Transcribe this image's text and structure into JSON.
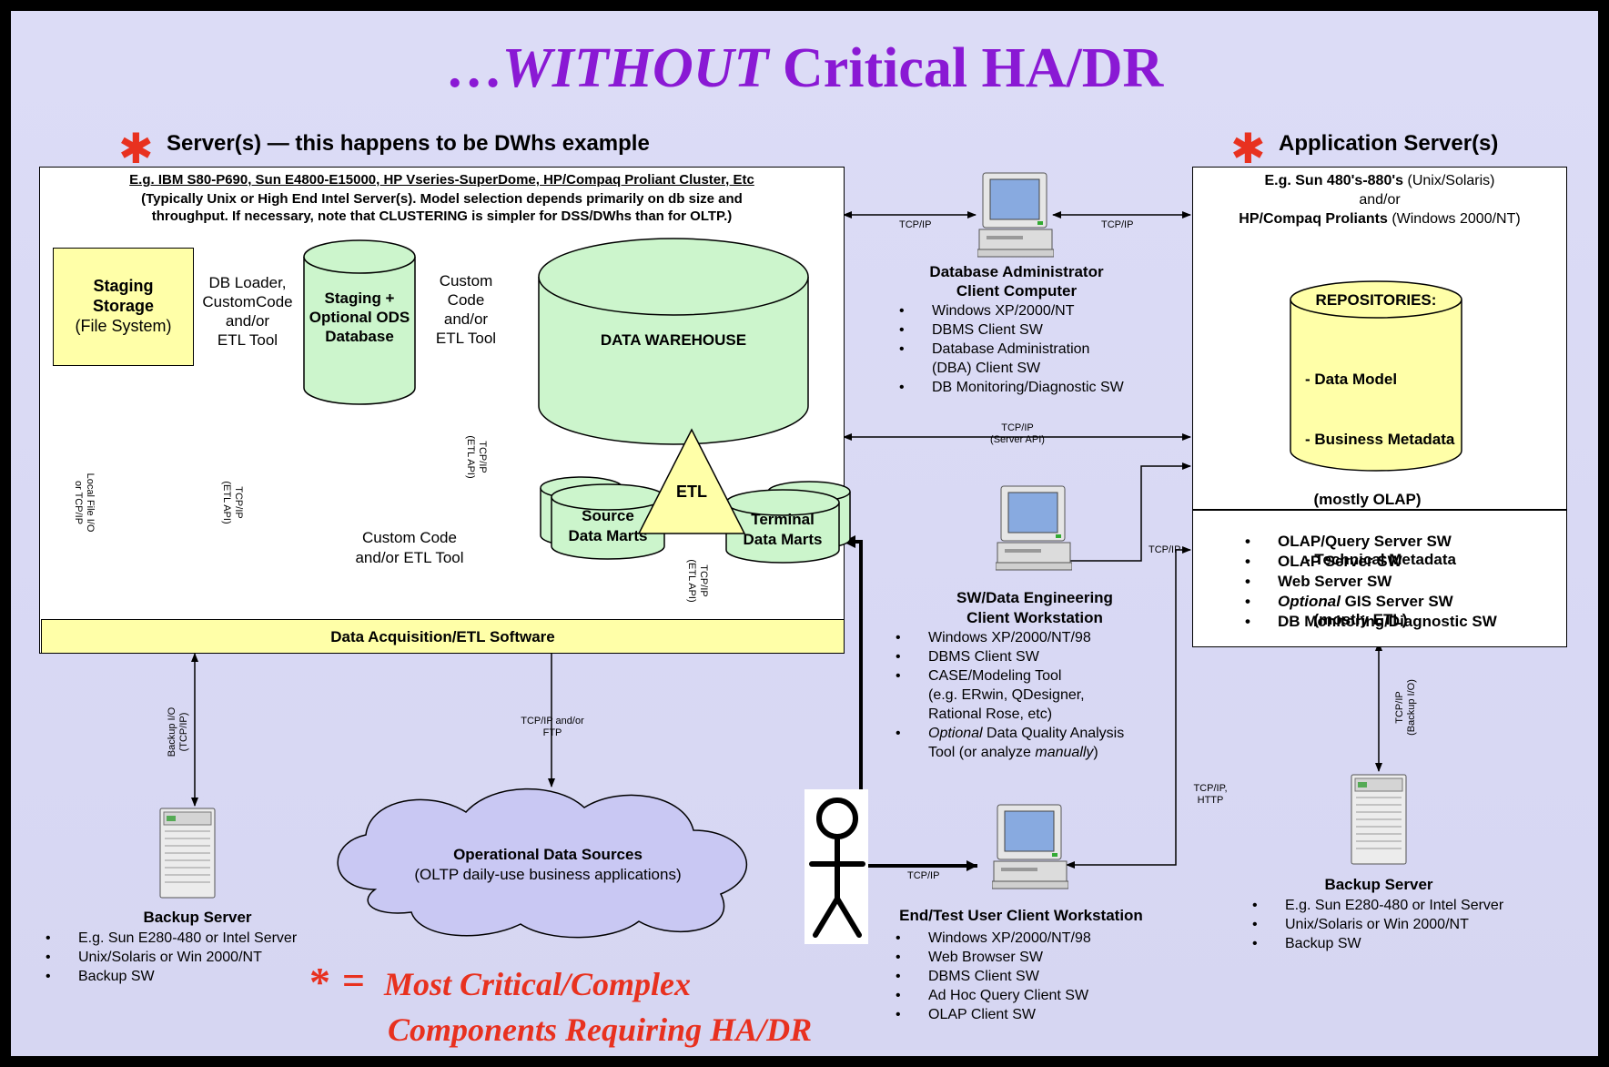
{
  "title": {
    "prefix": "…",
    "italic": "WITHOUT",
    "rest": " Critical HA/DR"
  },
  "colors": {
    "title": "#8a19d4",
    "star": "#e8311f",
    "yellow": "#ffffa8",
    "green": "#ccf5cc",
    "cloud": "#c9c8f3"
  },
  "server_section": {
    "heading": "Server(s) — this happens to be DWhs example",
    "spec_line": "E.g. IBM S80-P690, Sun E4800-E15000, HP Vseries-SuperDome, HP/Compaq Proliant Cluster, Etc",
    "note1": "(Typically Unix or High End Intel Server(s).  Model selection depends primarily on db size and",
    "note2": "throughput.  If necessary, note that CLUSTERING is simpler for DSS/DWhs than for OLTP.)"
  },
  "staging_storage": {
    "line1": "Staging",
    "line2": "Storage",
    "line3": "(File System)"
  },
  "loader_label": {
    "l1": "DB Loader,",
    "l2": "CustomCode",
    "l3": "and/or",
    "l4": "ETL Tool"
  },
  "staging_db": {
    "l1": "Staging +",
    "l2": "Optional ODS",
    "l3": "Database"
  },
  "custom_code_label": {
    "l1": "Custom",
    "l2": "Code",
    "l3": "and/or",
    "l4": "ETL Tool"
  },
  "data_warehouse": "DATA WAREHOUSE",
  "etl": "ETL",
  "source_marts": {
    "l1": "Source",
    "l2": "Data Marts"
  },
  "terminal_marts": {
    "l1": "Terminal",
    "l2": "Data Marts"
  },
  "custom_code2": {
    "l1": "Custom Code",
    "l2": "and/or ETL Tool"
  },
  "local_file": {
    "l1": "Local File I/O",
    "l2": "or TCP/IP"
  },
  "tcp_etl": {
    "l1": "TCP/IP",
    "l2": "(ETL API)"
  },
  "data_acquisition": "Data Acquisition/ETL Software",
  "backup_left": {
    "io_l1": "Backup I/O",
    "io_l2": "(TCP/IP)",
    "title": "Backup Server",
    "items": [
      "E.g. Sun E280-480 or Intel Server",
      "Unix/Solaris or Win 2000/NT",
      "Backup SW"
    ]
  },
  "ftp_label": {
    "l1": "TCP/IP and/or",
    "l2": "FTP"
  },
  "cloud": {
    "title": "Operational Data Sources",
    "sub": "(OLTP daily-use business applications)"
  },
  "legend": {
    "star": "*",
    "eq": "=",
    "line1": "Most Critical/Complex",
    "line2": "Components Requiring HA/DR"
  },
  "dba": {
    "tcp_left": "TCP/IP",
    "tcp_right": "TCP/IP",
    "title1": "Database Administrator",
    "title2": "Client Computer",
    "items": [
      "Windows XP/2000/NT",
      "DBMS Client SW",
      "Database Administration",
      "(DBA) Client SW",
      "DB Monitoring/Diagnostic SW"
    ]
  },
  "server_api": {
    "l1": "TCP/IP",
    "l2": "(Server API)"
  },
  "sw_eng": {
    "tcp": "TCP/IP",
    "title1": "SW/Data Engineering",
    "title2": "Client Workstation",
    "items": [
      "Windows XP/2000/NT/98",
      "DBMS Client SW",
      "CASE/Modeling Tool",
      "(e.g. ERwin, QDesigner,",
      "Rational Rose, etc)",
      "Optional",
      " Data Quality Analysis",
      "Tool (or analyze ",
      "manually",
      ")"
    ]
  },
  "tcp_http": {
    "l1": "TCP/IP,",
    "l2": "HTTP"
  },
  "end_user": {
    "tcp": "TCP/IP",
    "title": "End/Test User Client Workstation",
    "items": [
      "Windows XP/2000/NT/98",
      "Web Browser SW",
      "DBMS Client SW",
      "Ad Hoc Query Client SW",
      "OLAP Client SW"
    ]
  },
  "app_section": {
    "heading": "Application Server(s)",
    "spec1a": "E.g. Sun 480's-880's",
    "spec1b": " (Unix/Solaris)",
    "spec2": "and/or",
    "spec3a": "HP/Compaq Proliants",
    "spec3b": " (Windows 2000/NT)",
    "repo_title": "REPOSITORIES:",
    "repo_items": [
      "- Data Model",
      "- Business Metadata",
      "  (mostly OLAP)",
      "- Technical Metadata",
      "  (mostly ETL)"
    ],
    "sw_items": [
      "OLAP/Query Server SW",
      "OLAP Server SW",
      "Web Server SW",
      "Optional",
      " GIS Server SW",
      "DB Monitoring/Diagnostic SW"
    ]
  },
  "backup_right": {
    "io_l1": "TCP/IP",
    "io_l2": "(Backup I/O)",
    "title": "Backup Server",
    "items": [
      "E.g. Sun E280-480 or Intel Server",
      "Unix/Solaris or Win 2000/NT",
      "Backup SW"
    ]
  }
}
